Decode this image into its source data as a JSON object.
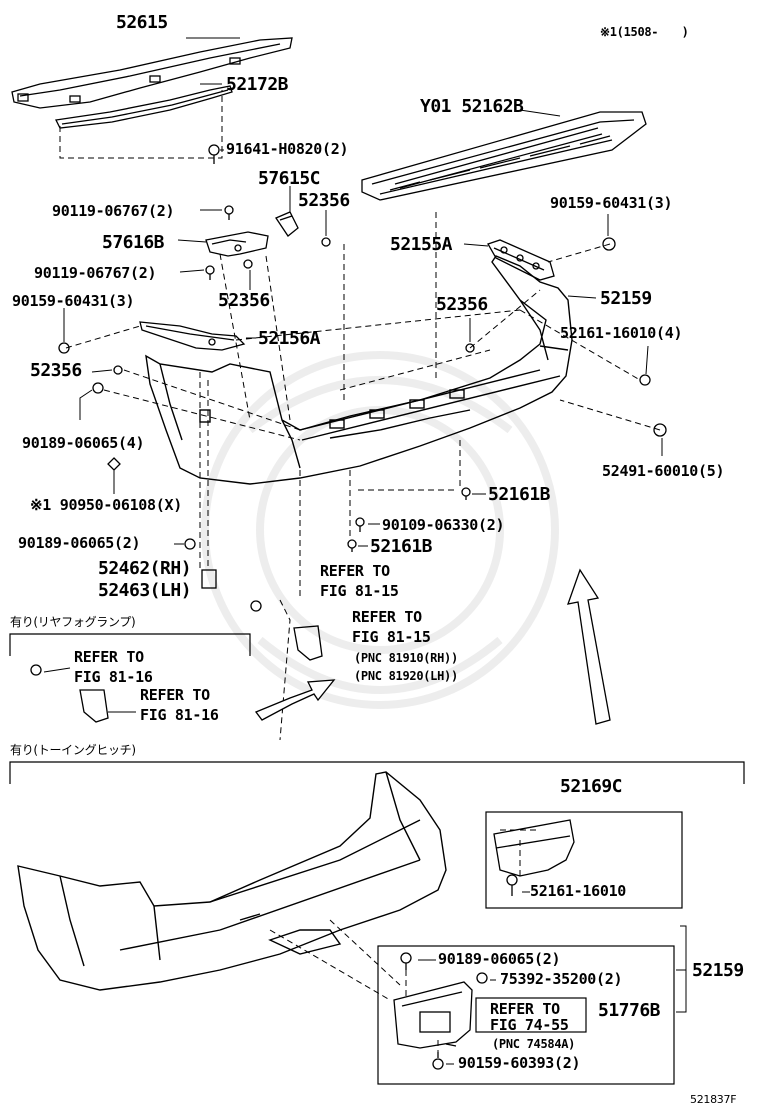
{
  "note_top_right": "※1(1508-　　)",
  "labels": {
    "p52615": "52615",
    "p52172B": "52172B",
    "p91641": "91641-H0820(2)",
    "pY01": "Y01 52162B",
    "p57615C": "57615C",
    "p90119_a": "90119-06767(2)",
    "p52356_a": "52356",
    "p90159_60431_r": "90159-60431(3)",
    "p57616B": "57616B",
    "p52155A": "52155A",
    "p90119_b": "90119-06767(2)",
    "p52356_b": "52356",
    "p90159_60431_l": "90159-60431(3)",
    "p52356_c": "52356",
    "p52159_top": "52159",
    "p52156A": "52156A",
    "p52161_16010_4": "52161-16010(4)",
    "p52356_d": "52356",
    "p90189_4": "90189-06065(4)",
    "p52491": "52491-60010(5)",
    "p52161B_a": "52161B",
    "p90950": "※1 90950-06108(X)",
    "p90109": "90109-06330(2)",
    "p90189_2a": "90189-06065(2)",
    "p52161B_b": "52161B",
    "p52462": "52462(RH)",
    "p52463": "52463(LH)",
    "refer_a1": "REFER TO",
    "refer_a2": "FIG 81-15",
    "refer_b1": "REFER TO",
    "refer_b2": "FIG 81-15",
    "refer_b3": "(PNC 81910(RH))",
    "refer_b4": "(PNC 81920(LH))",
    "fog_heading": "有り(リヤフォグランプ)",
    "refer_c1": "REFER TO",
    "refer_c2": "FIG 81-16",
    "refer_d1": "REFER TO",
    "refer_d2": "FIG 81-16",
    "hitch_heading": "有り(トーイングヒッチ)",
    "p52169C": "52169C",
    "p52161_16010": "52161-16010",
    "p90189_2b": "90189-06065(2)",
    "p75392": "75392-35200(2)",
    "p52159_bottom": "52159",
    "refer_e1": "REFER TO",
    "refer_e2": "FIG 74-55",
    "refer_e3": "(PNC 74584A)",
    "p51776B": "51776B",
    "p90159_60393": "90159-60393(2)",
    "figure_code": "521837F"
  }
}
